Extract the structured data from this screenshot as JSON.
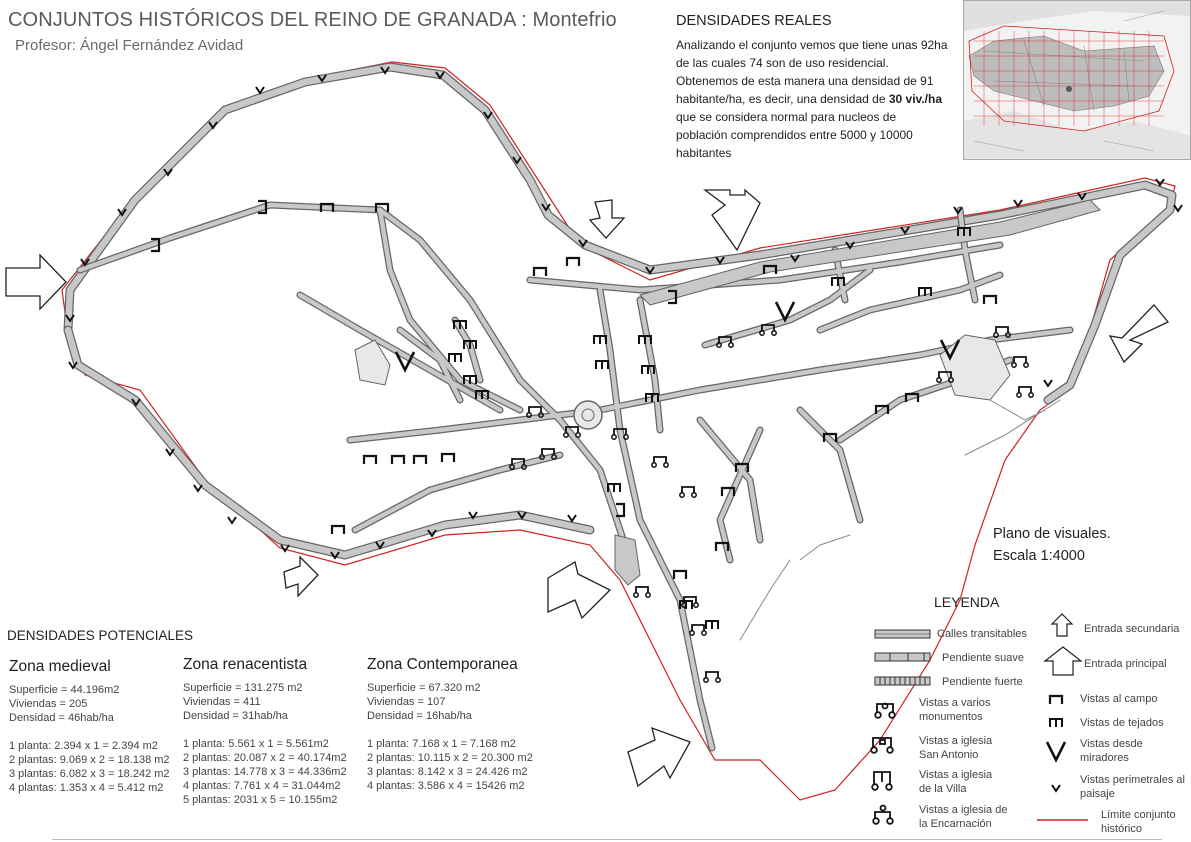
{
  "header": {
    "title": "CONJUNTOS HISTÓRICOS DEL REINO DE GRANADA : Montefrio",
    "subtitle": "Profesor: Ángel Fernández Avidad"
  },
  "densidades_reales": {
    "title": "DENSIDADES REALES",
    "text_1": "Analizando el conjunto vemos que tiene unas 92ha de las cuales 74 son de uso residencial. Obtenemos de esta manera una densidad de 91 habitante/ha, es decir, una densidad de ",
    "text_bold": "30 viv./ha",
    "text_2": " que se considera normal para nucleos de población comprendidos entre 5000 y 10000 habitantes"
  },
  "plan": {
    "label_1": "Plano de visuales.",
    "label_2": "Escala 1:4000"
  },
  "densidades_potenciales": {
    "title": "DENSIDADES POTENCIALES",
    "zones": [
      {
        "name": "Zona medieval",
        "stats": [
          "Superficie = 44.196m2",
          "Viviendas = 205",
          "Densidad = 46hab/ha"
        ],
        "plantas": [
          "1 planta: 2.394 x 1 = 2.394 m2",
          "2 plantas: 9.069 x 2 = 18.138 m2",
          "3 plantas: 6.082 x 3 = 18.242 m2",
          "4 plantas: 1.353 x 4 = 5.412 m2"
        ]
      },
      {
        "name": "Zona renacentista",
        "stats": [
          "Superficie = 131.275 m2",
          "Viviendas = 411",
          "Densidad = 31hab/ha"
        ],
        "plantas": [
          "1 planta: 5.561 x 1 = 5.561m2",
          "2 plantas: 20.087 x 2 = 40.174m2",
          "3 plantas: 14.778 x 3 = 44.336m2",
          "4 plantas: 7.761 x 4 = 31.044m2",
          "5 plantas: 2031 x 5 = 10.155m2"
        ]
      },
      {
        "name": "Zona Contemporanea",
        "stats": [
          "Superficie = 67.320 m2",
          "Viviendas = 107",
          "Densidad = 16hab/ha"
        ],
        "plantas": [
          "1 planta: 7.168 x 1 = 7.168 m2",
          "2 plantas: 10.115 x 2 = 20.300 m2",
          "3 plantas: 8.142 x 3 = 24.426 m2",
          "4 plantas: 3.586 x 4 = 15426 m2"
        ]
      }
    ]
  },
  "leyenda": {
    "title": "LEYENDA",
    "calles_transitables": "Calles transitables",
    "pendiente_suave": "Pendiente suave",
    "pendiente_fuerte": "Pendiente fuerte",
    "vistas_monumentos": "Vistas a varios monumentos",
    "vistas_san_antonio": "Vistas a iglesia San Antonio",
    "vistas_villa": "Vistas a iglesia de la Villa",
    "vistas_encarnacion": "Vistas a iglesia de la Encarnación",
    "entrada_secundaria": "Entrada secundaria",
    "entrada_principal": "Entrada principal",
    "vistas_campo": "Vistas al campo",
    "vistas_tejados": "Vistas de tejados",
    "vistas_miradores": "Vistas desde miradores",
    "vistas_perimetrales": "Vistas perimetrales al paisaje",
    "limite": "Límite conjunto histórico"
  },
  "colors": {
    "limit_line": "#d42020",
    "street_fill": "#c8c8c8",
    "street_edge": "#555555"
  }
}
